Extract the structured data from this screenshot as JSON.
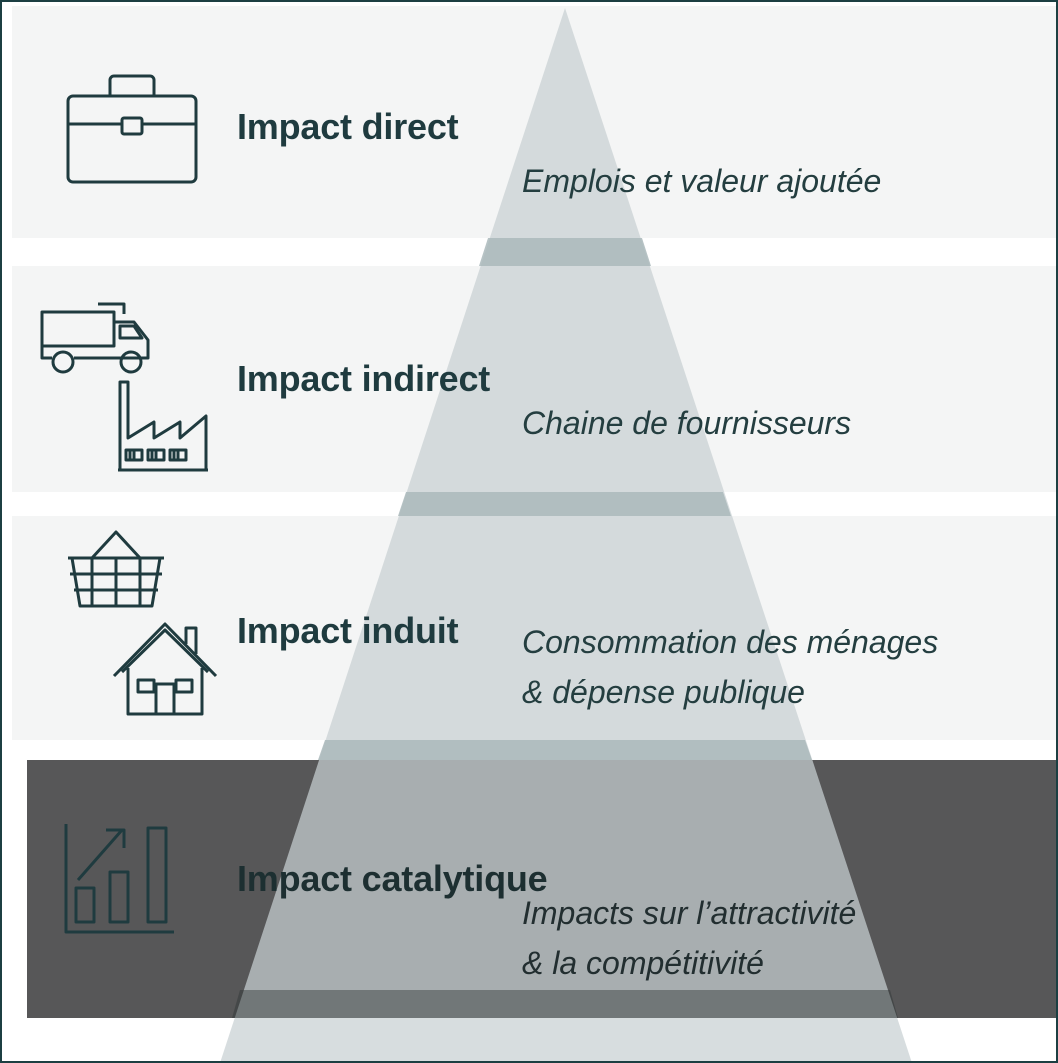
{
  "levels": [
    {
      "title": "Impact direct",
      "description": [
        "Emplois et valeur ajoutée"
      ],
      "icons": [
        "briefcase-icon"
      ]
    },
    {
      "title": "Impact indirect",
      "description": [
        "Chaine de fournisseurs"
      ],
      "icons": [
        "dump-truck-icon",
        "factory-icon"
      ]
    },
    {
      "title": "Impact induit",
      "description": [
        "Consommation des ménages",
        "& dépense publique"
      ],
      "icons": [
        "shopping-basket-icon",
        "house-icon"
      ]
    },
    {
      "title": "Impact catalytique",
      "description": [
        "Impacts sur l’attractivité",
        "& la compétitivité"
      ],
      "icons": [
        "growth-bar-chart-icon"
      ]
    }
  ],
  "colors": {
    "band_light": "#f4f5f5",
    "band_dark": "#575758",
    "pyramid_fill": "#c8d0d2",
    "pyramid_stripe": "#aab8bb",
    "text_dark": "#1f3b3f",
    "icon_stroke": "#1f3b3f",
    "frame_border": "#1c3f42"
  }
}
